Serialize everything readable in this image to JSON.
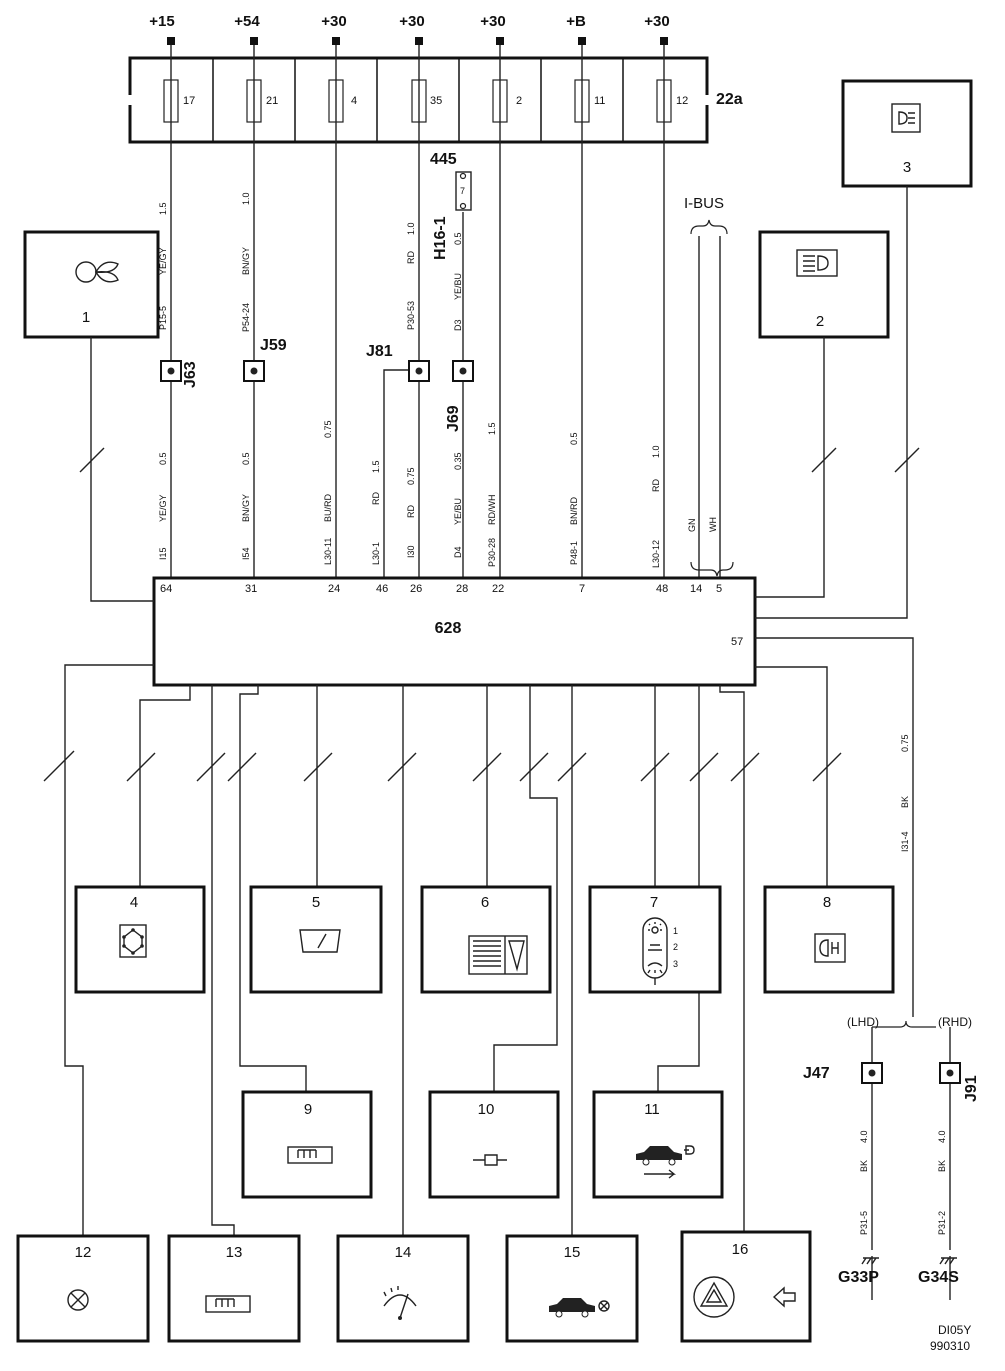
{
  "supplies": [
    "+15",
    "+54",
    "+30",
    "+30",
    "+30",
    "+B",
    "+30"
  ],
  "fuses": [
    "17",
    "21",
    "4",
    "35",
    "2",
    "11",
    "12"
  ],
  "fuse_box_label": "22a",
  "component_445": {
    "label": "445",
    "contact": "7"
  },
  "connector_h16": "H16-1",
  "ibus_label": "I-BUS",
  "junctions": {
    "j63": "J63",
    "j59": "J59",
    "j81": "J81",
    "j69": "J69",
    "j47": "J47",
    "j91": "J91"
  },
  "upper_wires": [
    {
      "size": "1.5",
      "color": "YE/GY",
      "conn": "P15-5"
    },
    {
      "size": "1.0",
      "color": "BN/GY",
      "conn": "P54-24"
    },
    {
      "size": "1.0",
      "color": "RD",
      "conn": "P30-53"
    },
    {
      "size": "0.5",
      "color": "YE/BU",
      "conn": "D3"
    }
  ],
  "lower_wires": [
    {
      "size": "0.5",
      "color": "YE/GY",
      "conn": "I15"
    },
    {
      "size": "0.5",
      "color": "BN/GY",
      "conn": "I54"
    },
    {
      "size": "0.75",
      "color": "BU/RD",
      "conn": "L30-11"
    },
    {
      "size": "1.5",
      "color": "RD",
      "conn": "L30-1"
    },
    {
      "size": "0.75",
      "color": "RD",
      "conn": "I30"
    },
    {
      "size": "0.35",
      "color": "YE/BU",
      "conn": "D4"
    },
    {
      "size": "1.5",
      "color": "RD/WH",
      "conn": "P30-28"
    },
    {
      "size": "0.5",
      "color": "BN/RD",
      "conn": "P48-1"
    },
    {
      "size": "1.0",
      "color": "RD",
      "conn": "L30-12"
    },
    {
      "size": "",
      "color": "GN",
      "conn": ""
    },
    {
      "size": "",
      "color": "WH",
      "conn": ""
    }
  ],
  "module": {
    "label": "628",
    "pins": [
      "64",
      "31",
      "24",
      "46",
      "26",
      "28",
      "22",
      "7",
      "48",
      "14",
      "5"
    ],
    "pin_57": "57"
  },
  "ground_wire": {
    "size": "0.75",
    "color": "BK",
    "conn": "I31-4"
  },
  "lhd": "(LHD)",
  "rhd": "(RHD)",
  "ground_branches": [
    {
      "size": "4.0",
      "color": "BK",
      "conn": "P31-5",
      "ground": "G33P"
    },
    {
      "size": "4.0",
      "color": "BK",
      "conn": "P31-2",
      "ground": "G34S"
    }
  ],
  "components": [
    "1",
    "2",
    "3",
    "4",
    "5",
    "6",
    "7",
    "8",
    "9",
    "10",
    "11",
    "12",
    "13",
    "14",
    "15",
    "16"
  ],
  "comp7_positions": [
    "1",
    "2",
    "3"
  ],
  "drawing_code": "DI05Y",
  "drawing_date": "990310"
}
